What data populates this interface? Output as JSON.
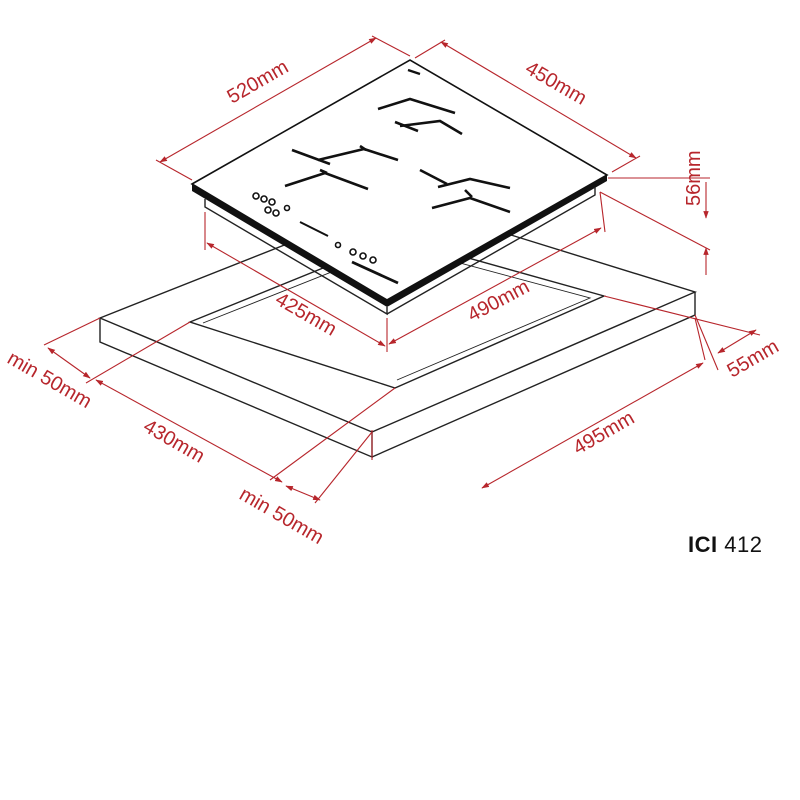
{
  "diagram": {
    "model": {
      "prefix": "ICI",
      "number": "412"
    },
    "dimensions": {
      "top_width": "520mm",
      "top_depth": "450mm",
      "height": "56mm",
      "cutout_width": "425mm",
      "cutout_depth": "490mm",
      "front_clearance": "min 50mm",
      "side_clearance": "min 50mm",
      "counter_depth": "430mm",
      "counter_width": "495mm",
      "rear_clearance": "55mm"
    },
    "colors": {
      "dimension": "#b7262c",
      "outline": "#222222"
    }
  }
}
